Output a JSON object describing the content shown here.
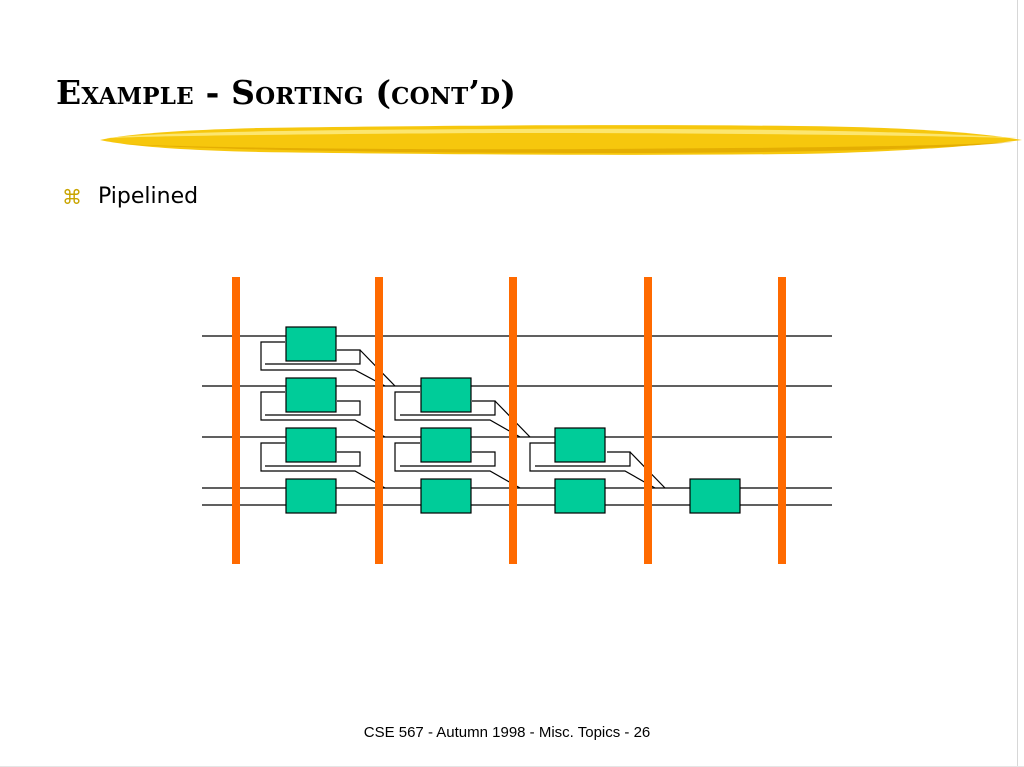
{
  "slide": {
    "title": "Example - Sorting (cont’d)",
    "bullet": {
      "icon": "command-key-icon",
      "glyph": "⌘",
      "text": "Pipelined"
    },
    "footer": "CSE 567 - Autumn 1998 - Misc. Topics - 26"
  },
  "colors": {
    "highlighter": "#f5c400",
    "bar": "#ff6a00",
    "node_fill": "#00cc99",
    "wire": "#000000",
    "bullet": "#c9a400"
  }
}
